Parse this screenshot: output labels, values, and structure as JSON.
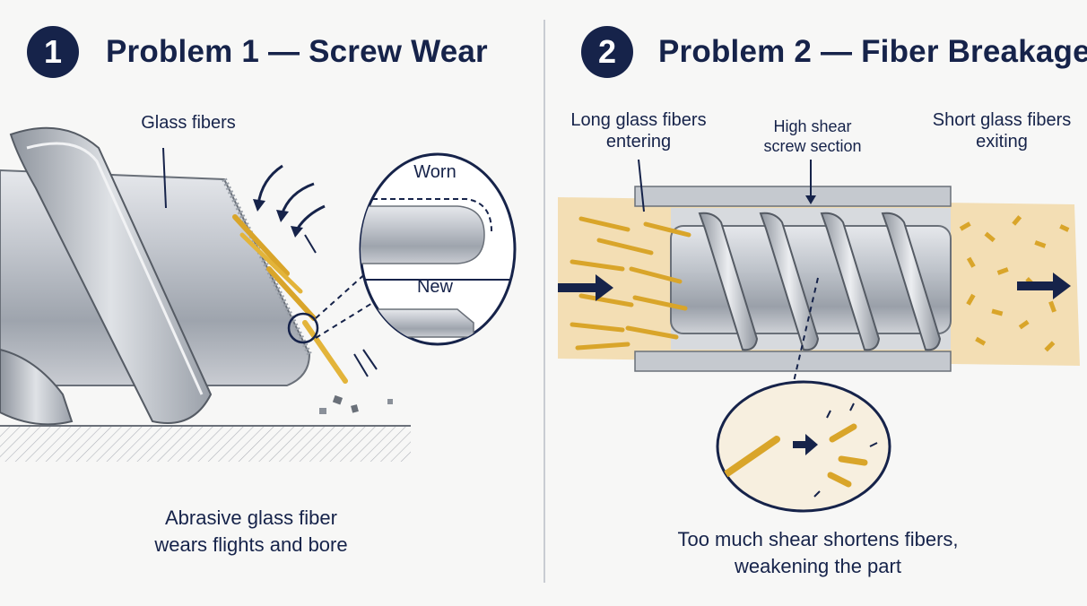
{
  "colors": {
    "navy": "#16234a",
    "steel": "#b9bec6",
    "fiber_gold": "#d9a52a",
    "polymer_tan": "#f3deb4"
  },
  "panel1": {
    "badge": "1",
    "title": "Problem 1 — Screw Wear",
    "label_glass_fibers": "Glass fibers",
    "label_worn": "Worn",
    "label_new": "New",
    "caption_line1": "Abrasive glass fiber",
    "caption_line2": "wears flights and bore"
  },
  "panel2": {
    "badge": "2",
    "title": "Problem 2 — Fiber Breakage",
    "label_long_line1": "Long glass fibers",
    "label_long_line2": "entering",
    "label_shear_line1": "High shear",
    "label_shear_line2": "screw section",
    "label_short_line1": "Short glass fibers",
    "label_short_line2": "exiting",
    "caption_line1": "Too much shear shortens fibers,",
    "caption_line2": "weakening the part"
  }
}
